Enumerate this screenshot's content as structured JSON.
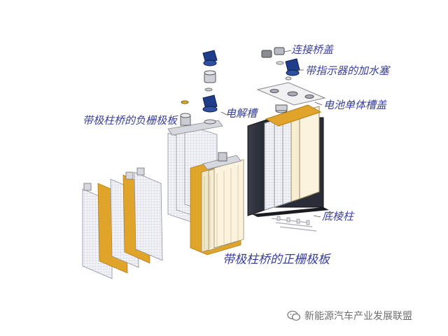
{
  "labels": {
    "connector_cover": "连接桥盖",
    "filler_plug": "带指示器的加水塞",
    "cell_cover": "电池单体槽盖",
    "electrolyte_tank": "电解槽",
    "negative_plates": "带极柱桥的负栅极板",
    "bottom_rib": "底棱柱",
    "positive_plates": "带极柱桥的正栅极板"
  },
  "watermark": {
    "text": "新能源汽车产业发展联盟",
    "icon": "wechat-icon"
  },
  "colors": {
    "label": "#3a3f9a",
    "separator": "#e1a42a",
    "plate": "#f4f4f8",
    "cap": "#1f3d8a",
    "case": "#2a2d38"
  }
}
